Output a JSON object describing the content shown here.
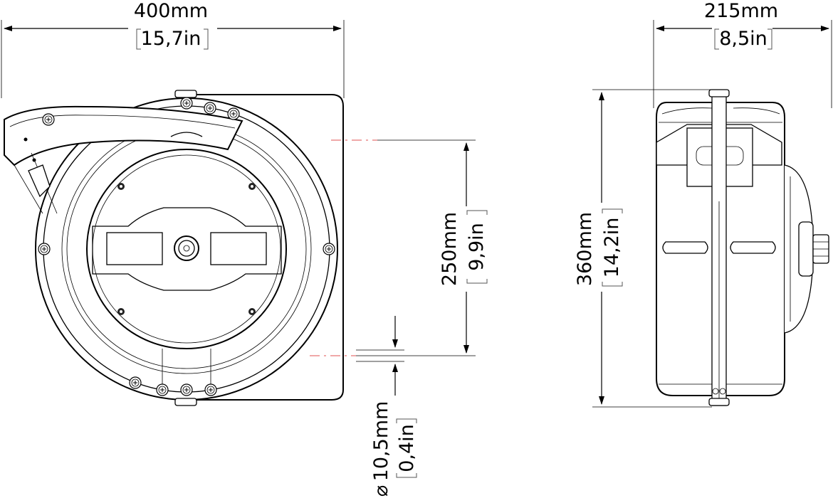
{
  "dimensions": {
    "width_front": {
      "mm": "400mm",
      "in": "15,7in"
    },
    "depth_side": {
      "mm": "215mm",
      "in": "8,5in"
    },
    "mounting_hole_spacing": {
      "mm": "250mm",
      "in": "9,9in"
    },
    "height_side": {
      "mm": "360mm",
      "in": "14,2in"
    },
    "hole_diameter": {
      "symbol": "⌀",
      "mm": "10,5mm",
      "in": "0,4in"
    }
  },
  "colors": {
    "line": "#000000",
    "centerline": "#e05050",
    "background": "#ffffff"
  }
}
